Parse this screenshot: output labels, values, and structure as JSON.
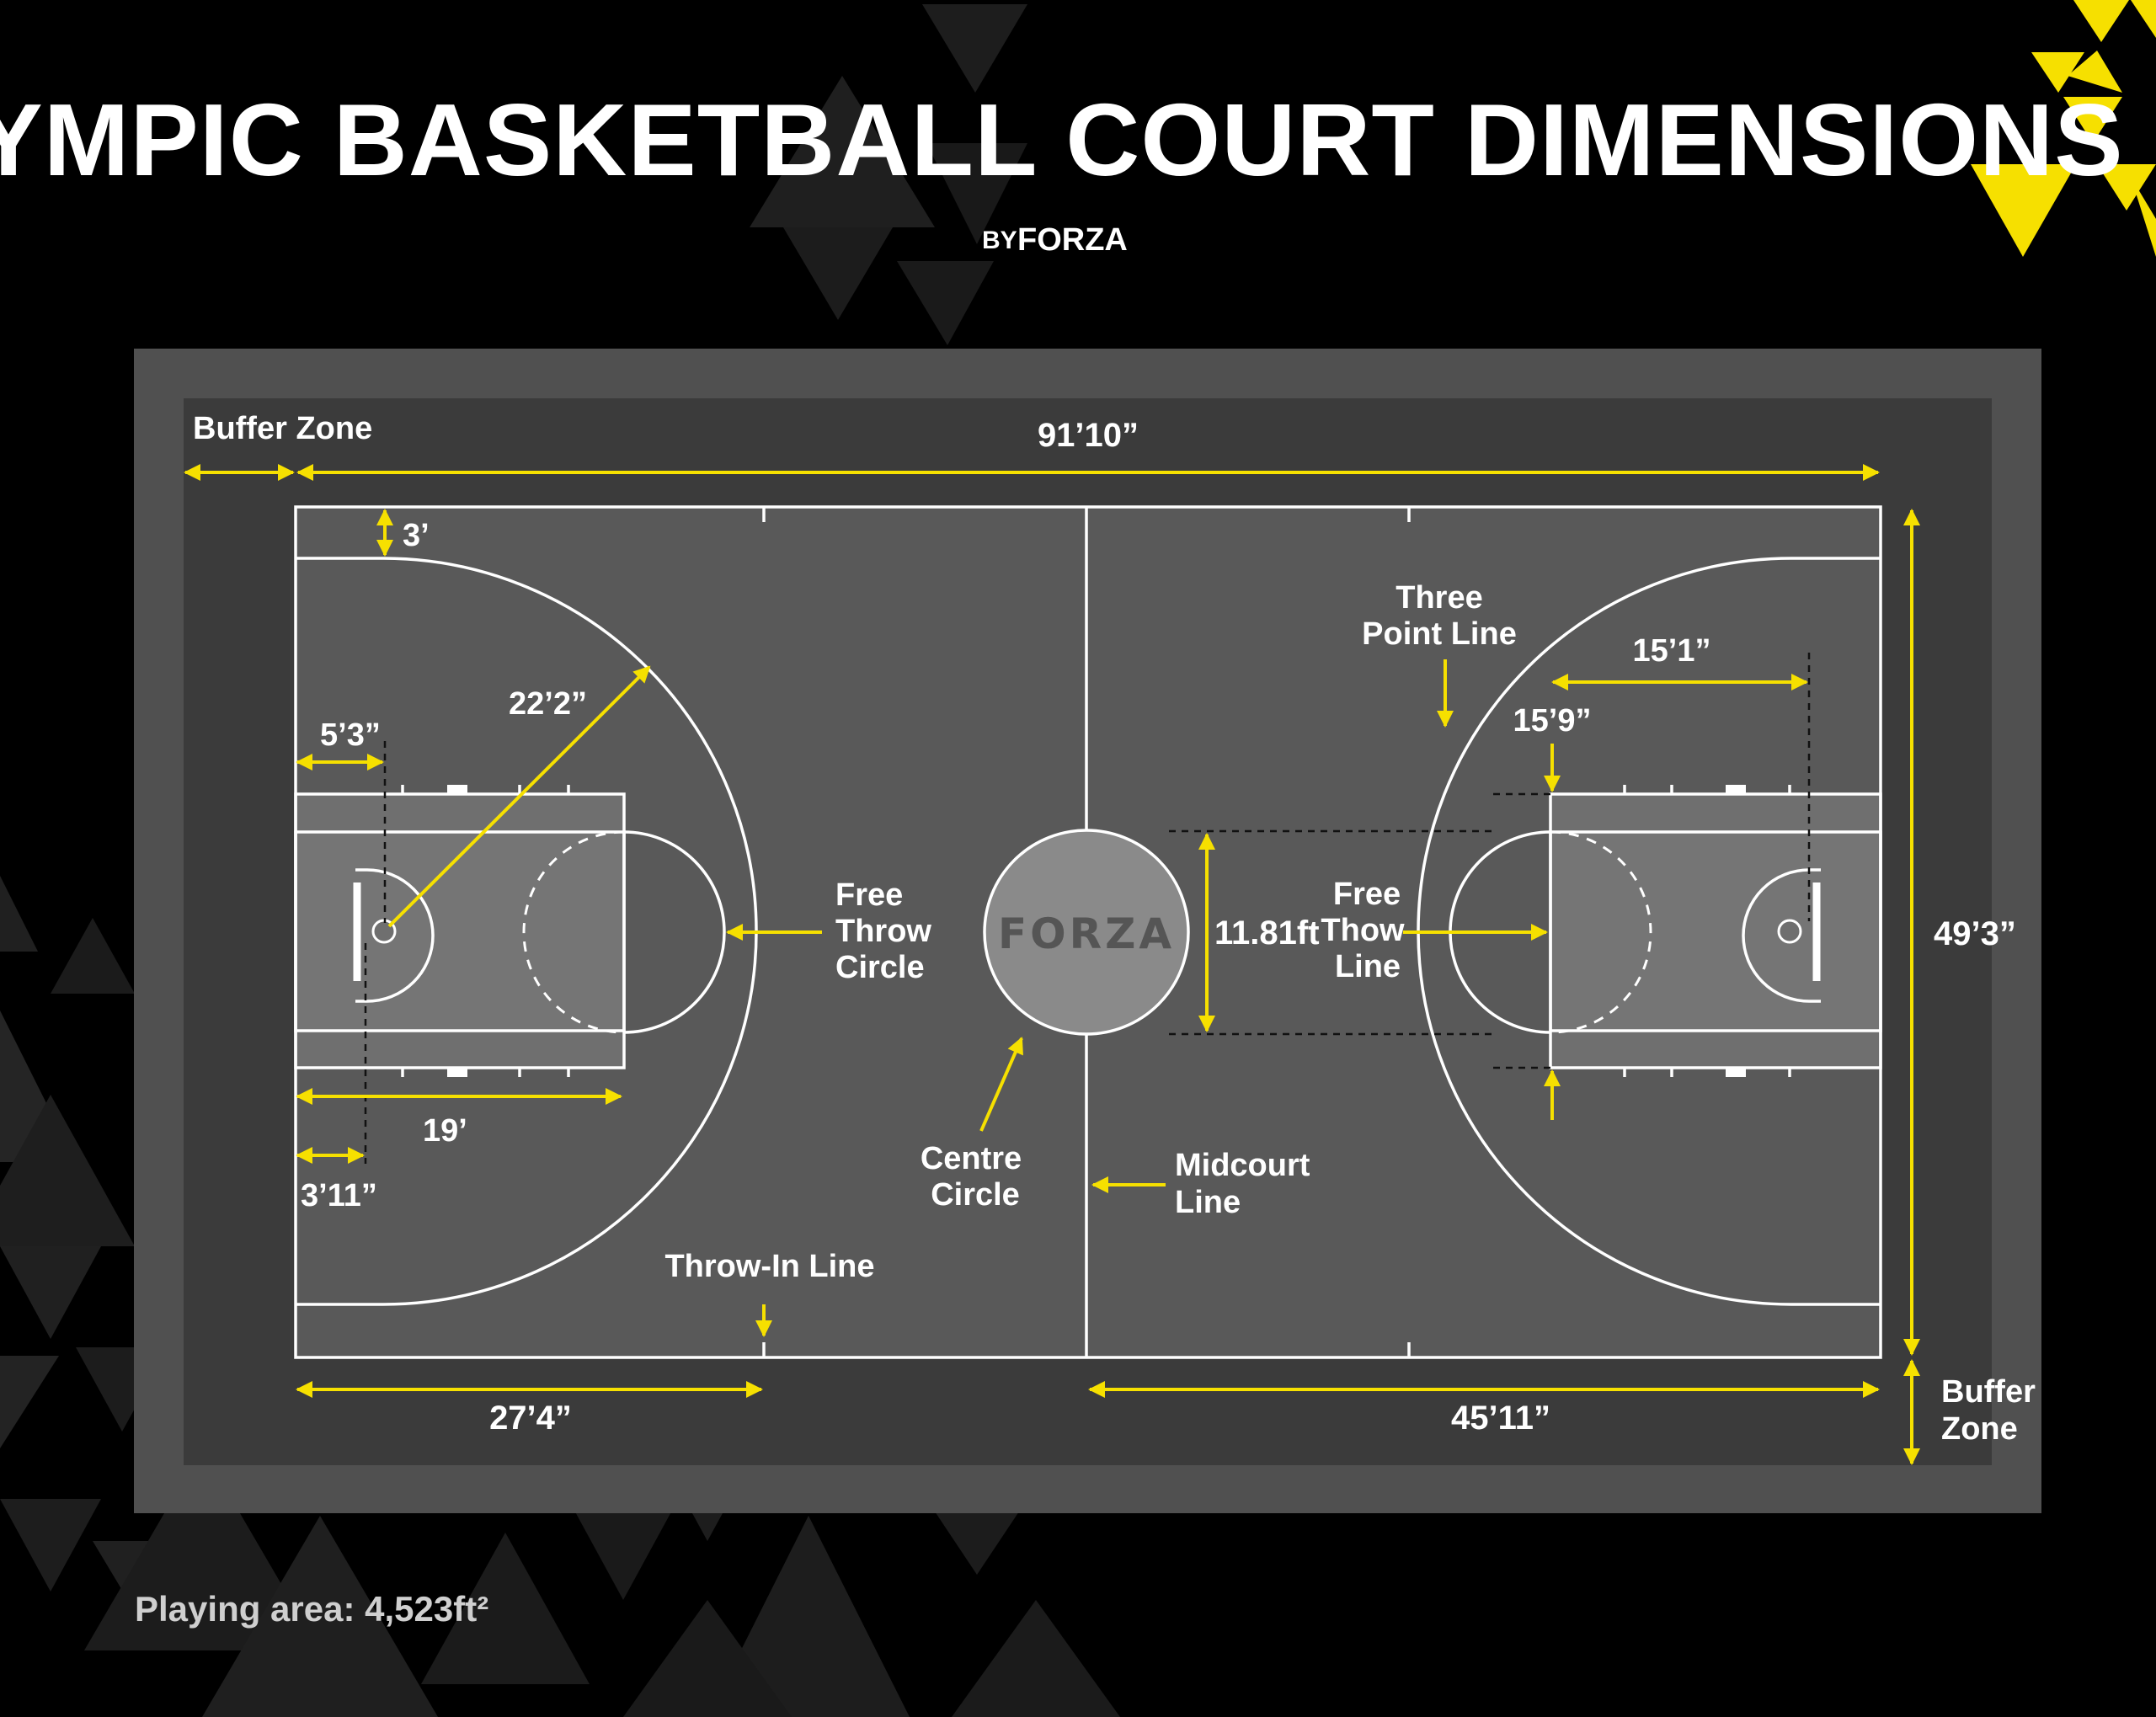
{
  "title": "OLYMPIC BASKETBALL COURT DIMENSIONS (FT)",
  "byline": {
    "prefix": "BY",
    "brand": "FORZA"
  },
  "center_logo": "FORZA",
  "footer": {
    "playing_area": "Playing area: 4,523ft²"
  },
  "colors": {
    "background": "#000000",
    "outer_frame": "#505050",
    "buffer": "#3b3b3b",
    "court": "#595959",
    "key": "#6e6e6e",
    "accent": "#f6e000",
    "lines": "#ffffff"
  },
  "labels": {
    "buffer_zone_top": "Buffer Zone",
    "buffer_zone_right_1": "Buffer",
    "buffer_zone_right_2": "Zone",
    "overall_length": "91’10”",
    "overall_width": "49’3”",
    "corner_gap": "3’",
    "three_point_radius": "22’2”",
    "hoop_offset": "5’3”",
    "key_length": "19’",
    "backboard_offset": "3’11”",
    "free_throw_circle_1": "Free",
    "free_throw_circle_2": "Throw",
    "free_throw_circle_3": "Circle",
    "centre_circle_1": "Centre",
    "centre_circle_2": "Circle",
    "centre_circle_diameter": "11.81ft",
    "midcourt_line_1": "Midcourt",
    "midcourt_line_2": "Line",
    "throw_in_line": "Throw-In Line",
    "throw_in_distance": "27’4”",
    "half_court_length": "45’11”",
    "three_point_line_1": "Three",
    "three_point_line_2": "Point Line",
    "free_throw_line_1": "Free",
    "free_throw_line_2": "Thow",
    "free_throw_line_3": "Line",
    "key_to_hoop": "15’1”",
    "key_width": "15’9”"
  }
}
